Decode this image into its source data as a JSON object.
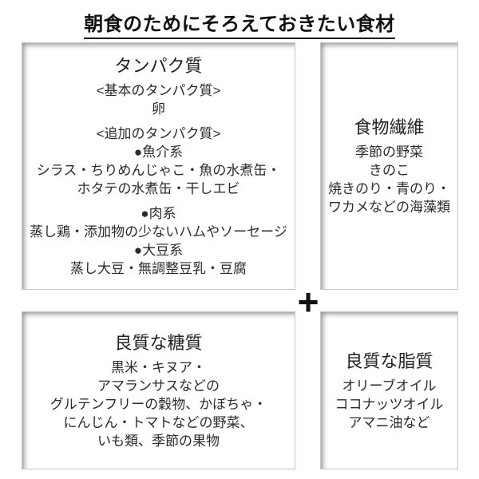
{
  "title": "朝食のためにそろえておきたい食材",
  "plus": "+",
  "colors": {
    "background": "#ffffff",
    "text": "#2b2b2b",
    "title": "#111111",
    "box_border": "#c6c6c6",
    "box_inner_shadow": "rgba(0,0,0,0.45)"
  },
  "boxes": {
    "protein": {
      "heading": "タンパク質",
      "lines": [
        "<基本のタンパク質>",
        "卵",
        "<追加のタンパク質>",
        "●魚介系",
        "シラス・ちりめんじゃこ・魚の水煮缶・",
        "ホタテの水煮缶・干しエビ",
        "●肉系",
        "蒸し鶏・添加物の少ないハムやソーセージ",
        "●大豆系",
        "蒸し大豆・無調整豆乳・豆腐"
      ]
    },
    "fiber": {
      "heading": "食物繊維",
      "lines": [
        "季節の野菜",
        "きのこ",
        "焼きのり・青のり・",
        "ワカメなどの海藻類"
      ]
    },
    "carbs": {
      "heading": "良質な糖質",
      "lines": [
        "黒米・キヌア・",
        "アマランサスなどの",
        "グルテンフリーの穀物、かぼちゃ・",
        "にんじん・トマトなどの野菜、",
        "いも類、季節の果物"
      ]
    },
    "fats": {
      "heading": "良質な脂質",
      "lines": [
        "オリーブオイル",
        "ココナッツオイル",
        "アマニ油など"
      ]
    }
  }
}
